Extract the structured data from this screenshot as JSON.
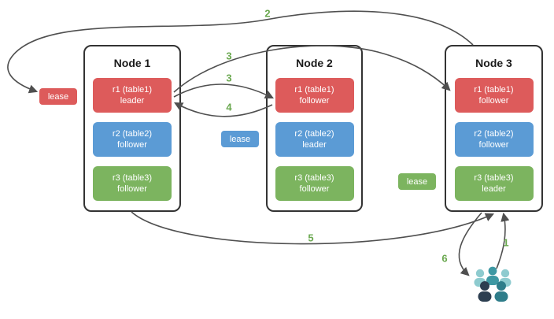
{
  "diagram": {
    "nodes": [
      {
        "title": "Node 1",
        "replicas": [
          {
            "label": "r1 (table1)",
            "role": "leader",
            "color": "red"
          },
          {
            "label": "r2 (table2)",
            "role": "follower",
            "color": "blue"
          },
          {
            "label": "r3 (table3)",
            "role": "follower",
            "color": "green"
          }
        ]
      },
      {
        "title": "Node 2",
        "replicas": [
          {
            "label": "r1 (table1)",
            "role": "follower",
            "color": "red"
          },
          {
            "label": "r2 (table2)",
            "role": "leader",
            "color": "blue"
          },
          {
            "label": "r3 (table3)",
            "role": "follower",
            "color": "green"
          }
        ]
      },
      {
        "title": "Node 3",
        "replicas": [
          {
            "label": "r1 (table1)",
            "role": "follower",
            "color": "red"
          },
          {
            "label": "r2 (table2)",
            "role": "follower",
            "color": "blue"
          },
          {
            "label": "r3 (table3)",
            "role": "leader",
            "color": "green"
          }
        ]
      }
    ],
    "leases": [
      {
        "label": "lease",
        "color": "red"
      },
      {
        "label": "lease",
        "color": "blue"
      },
      {
        "label": "lease",
        "color": "green"
      }
    ],
    "step_labels": {
      "s1": "1",
      "s2": "2",
      "s3a": "3",
      "s3b": "3",
      "s4": "4",
      "s5": "5",
      "s6": "6"
    },
    "clients_icon": "people-group",
    "colors": {
      "red": "#dd5b5b",
      "blue": "#5b9bd5",
      "green": "#7cb45f",
      "step": "#6aa84f",
      "arrow": "#4f4f4f",
      "node_border": "#333333",
      "teal_light": "#8ecbcf",
      "teal_mid": "#3e98a3",
      "teal_dark": "#2f7d8a",
      "navy": "#2c3e50"
    }
  }
}
